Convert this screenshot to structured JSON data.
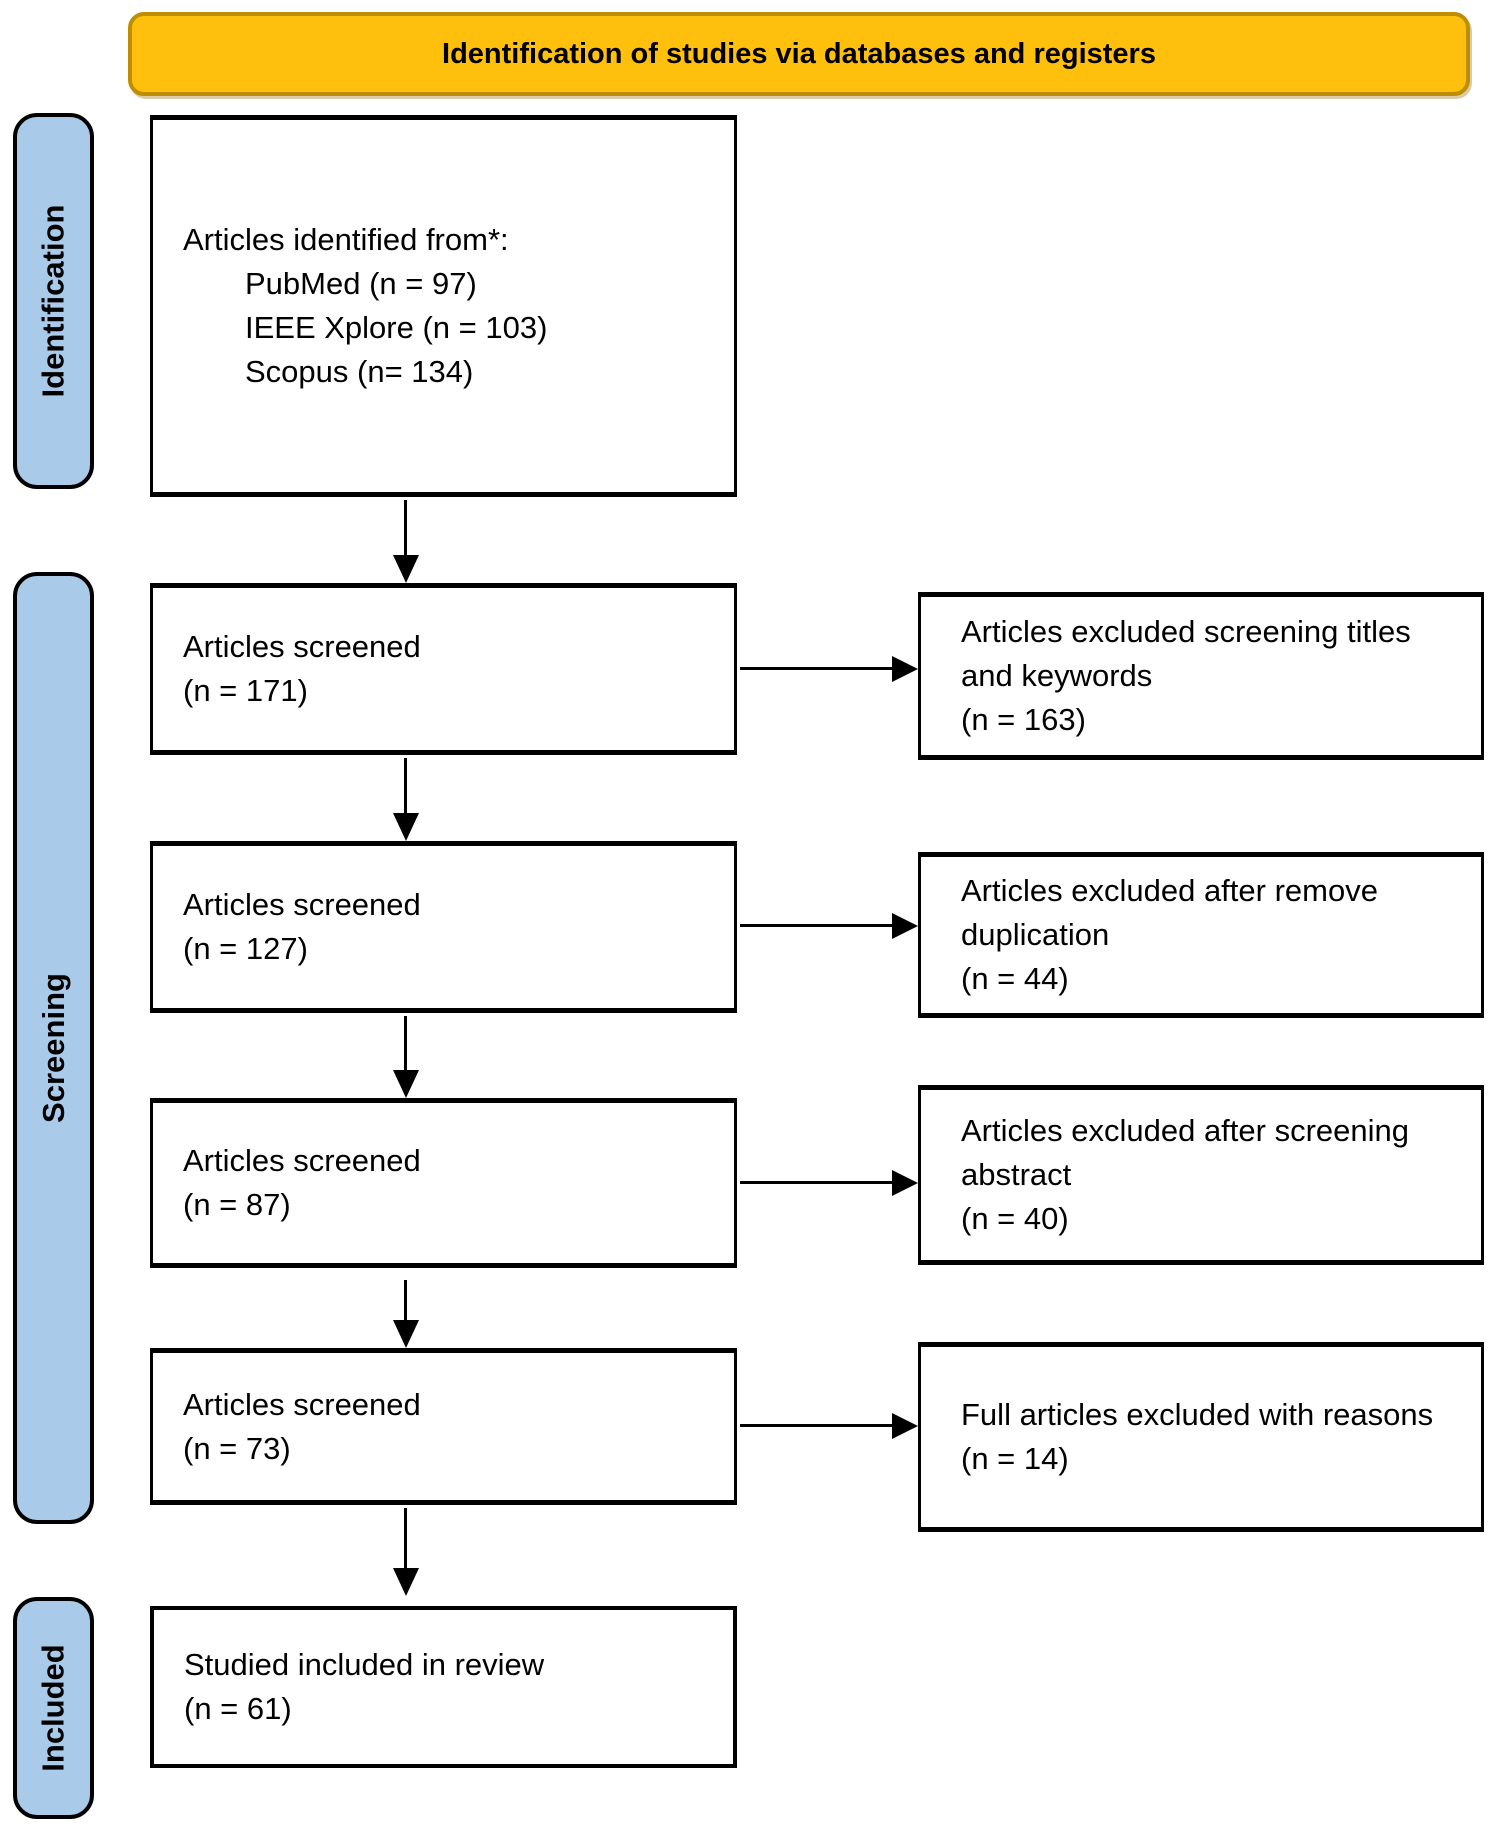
{
  "banner": {
    "title": "Identification of studies via databases and registers"
  },
  "stages": {
    "identification": "Identification",
    "screening": "Screening",
    "included": "Included"
  },
  "boxes": {
    "identified": {
      "intro": "Articles identified from*:",
      "sources": [
        "PubMed (n = 97)",
        "IEEE Xplore (n = 103)",
        "Scopus (n= 134)"
      ]
    },
    "screened": [
      {
        "label": "Articles screened",
        "count": "(n = 171)"
      },
      {
        "label": "Articles screened",
        "count": "(n = 127)"
      },
      {
        "label": "Articles screened",
        "count": "(n = 87)"
      },
      {
        "label": "Articles screened",
        "count": "(n = 73)"
      }
    ],
    "excluded": [
      {
        "text": "Articles excluded screening titles and keywords",
        "count": "(n = 163)"
      },
      {
        "text": "Articles excluded after remove duplication",
        "count": "(n = 44)"
      },
      {
        "text": "Articles excluded after screening abstract",
        "count": "(n = 40)"
      },
      {
        "text": "Full articles excluded with reasons",
        "count": "(n = 14)"
      }
    ],
    "included": {
      "label": "Studied included in review",
      "count": "(n = 61)"
    }
  },
  "colors": {
    "banner_fill": "#FFC00D",
    "banner_border": "#BD8E00",
    "stage_fill": "#A9CBE9",
    "line": "#000000",
    "box_background": "#FFFFFF"
  }
}
